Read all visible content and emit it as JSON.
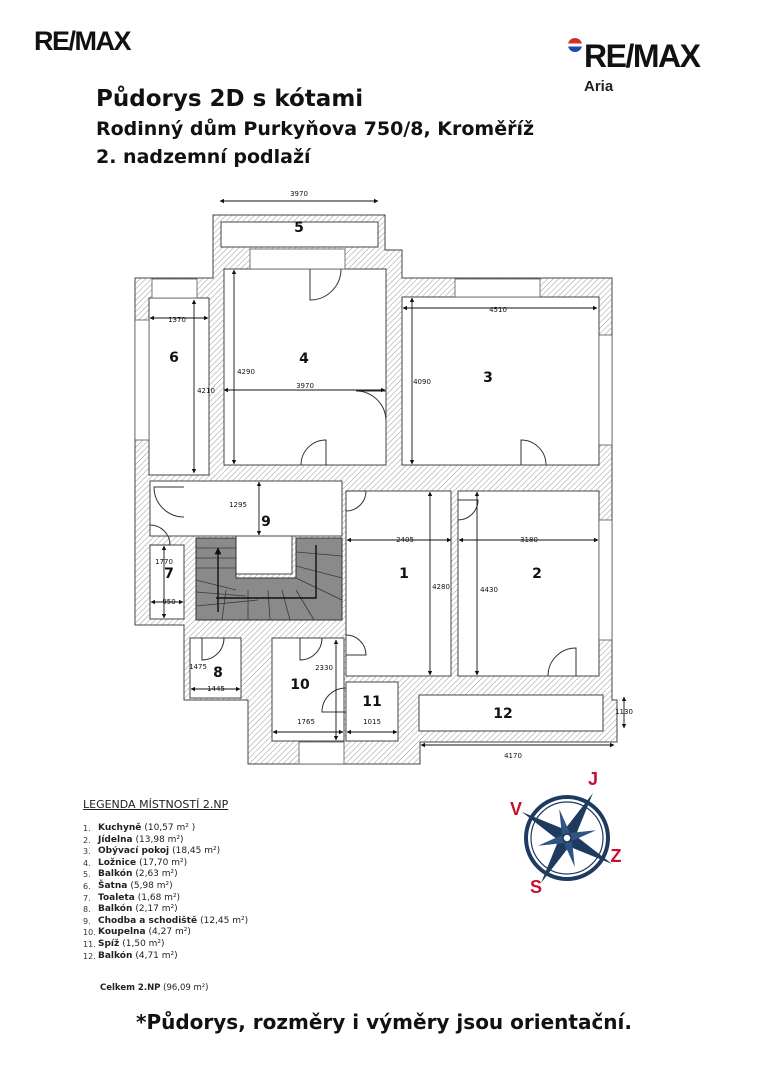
{
  "logos": {
    "left": "RE/MAX",
    "right": "RE/MAX",
    "right_sub": "Aria"
  },
  "titles": {
    "line1": "Půdorys 2D s kótami",
    "line2": "Rodinný dům Purkyňova 750/8, Kroměříž",
    "line3": "2. nadzemní podlaží"
  },
  "rooms": [
    {
      "id": "1"
    },
    {
      "id": "2"
    },
    {
      "id": "3"
    },
    {
      "id": "4"
    },
    {
      "id": "5"
    },
    {
      "id": "6"
    },
    {
      "id": "7"
    },
    {
      "id": "8"
    },
    {
      "id": "9"
    },
    {
      "id": "10"
    },
    {
      "id": "11"
    },
    {
      "id": "12"
    }
  ],
  "dimensions": {
    "d3970_top": "3970",
    "d1370": "1370",
    "d4510": "4510",
    "d4290": "4290",
    "d3970_mid": "3970",
    "d4210": "4210",
    "d4090": "4090",
    "d1295": "1295",
    "d2405": "2405",
    "d3180": "3180",
    "d1770": "1770",
    "d4280": "4280",
    "d4430": "4430",
    "d950": "950",
    "d1475": "1475",
    "d2330": "2330",
    "d1445": "1445",
    "d1130": "1130",
    "d1765": "1765",
    "d1015": "1015",
    "d4170": "4170"
  },
  "compass": {
    "north": "J",
    "south": "S",
    "west": "V",
    "east": "Z",
    "accent": "#c8102e",
    "needle": "#1f3a5f"
  },
  "legend": {
    "title": "LEGENDA MÍSTNOSTÍ 2.NP",
    "items": [
      {
        "num": "1.",
        "name": "Kuchyně",
        "area": "(10,57 m² )"
      },
      {
        "num": "2.",
        "name": "Jídelna",
        "area": "(13,98 m²)"
      },
      {
        "num": "3.",
        "name": "Obývací pokoj",
        "area": "(18,45 m²)"
      },
      {
        "num": "4.",
        "name": "Ložnice",
        "area": "(17,70 m²)"
      },
      {
        "num": "5.",
        "name": "Balkón",
        "area": "(2,63 m²)"
      },
      {
        "num": "6.",
        "name": "Šatna",
        "area": "(5,98 m²)"
      },
      {
        "num": "7.",
        "name": "Toaleta",
        "area": "(1,68 m²)"
      },
      {
        "num": "8.",
        "name": "Balkón",
        "area": "(2,17 m²)"
      },
      {
        "num": "9.",
        "name": "Chodba a schodiště",
        "area": "(12,45 m²)"
      },
      {
        "num": "10.",
        "name": "Koupelna",
        "area": "(4,27 m²)"
      },
      {
        "num": "11.",
        "name": "Spíž",
        "area": "(1,50 m²)"
      },
      {
        "num": "12.",
        "name": "Balkón",
        "area": "(4,71 m²)"
      }
    ],
    "total_name": "Celkem 2.NP",
    "total_area": "(96,09 m²)"
  },
  "footnote": "*Půdorys, rozměry i výměry jsou orientační."
}
